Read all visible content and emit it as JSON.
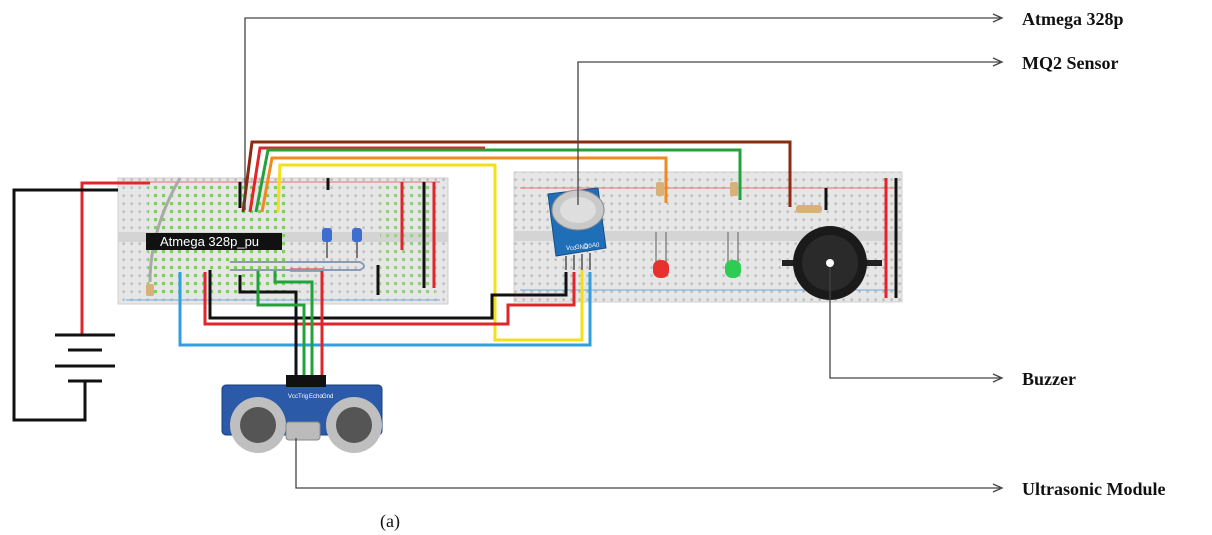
{
  "labels": {
    "atmega": "Atmega 328p",
    "mq2": "MQ2 Sensor",
    "buzzer": "Buzzer",
    "ultrasonic": "Ultrasonic Module"
  },
  "chip_label": "Atmega 328p_pu",
  "mq2_pins": [
    "Vcc",
    "GND",
    "D0",
    "A0"
  ],
  "ultrasonic_pins": [
    "Vcc",
    "Trig",
    "Echo",
    "Gnd"
  ],
  "caption": "(a)",
  "colors": {
    "wire_red": "#e0262a",
    "wire_black": "#111111",
    "wire_green": "#22a33a",
    "wire_yellow": "#f2e01a",
    "wire_orange": "#f08a1e",
    "wire_brown": "#8b2b12",
    "wire_blue": "#2f9fe0",
    "breadboard": "#e9e9e9",
    "sensor_board": "#1f6fb8",
    "led_red": "#e83030",
    "led_green": "#2ecc55"
  }
}
